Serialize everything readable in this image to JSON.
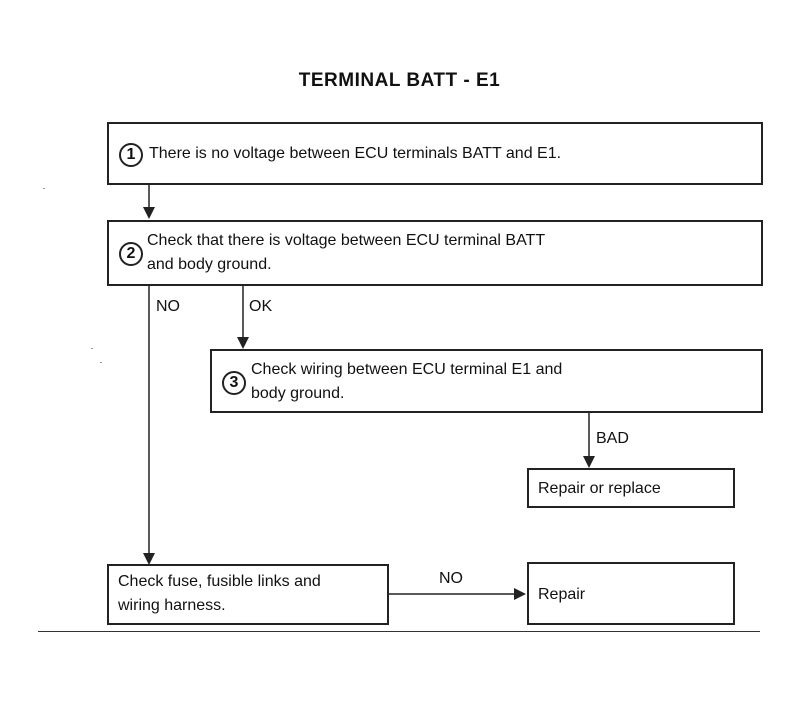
{
  "title": "TERMINAL BATT - E1",
  "steps": [
    {
      "num": "1",
      "text": "There is no voltage between ECU terminals BATT and E1."
    },
    {
      "num": "2",
      "line1": "Check that there is voltage between ECU terminal BATT",
      "line2": "and body ground."
    },
    {
      "num": "3",
      "line1": "Check wiring between ECU terminal E1 and",
      "line2": "body ground."
    }
  ],
  "boxes": {
    "repair_or_replace": "Repair or replace",
    "check_fuse_line1": "Check fuse, fusible links and",
    "check_fuse_line2": "wiring harness.",
    "repair": "Repair"
  },
  "labels": {
    "no_left": "NO",
    "ok": "OK",
    "bad": "BAD",
    "no_right": "NO"
  }
}
